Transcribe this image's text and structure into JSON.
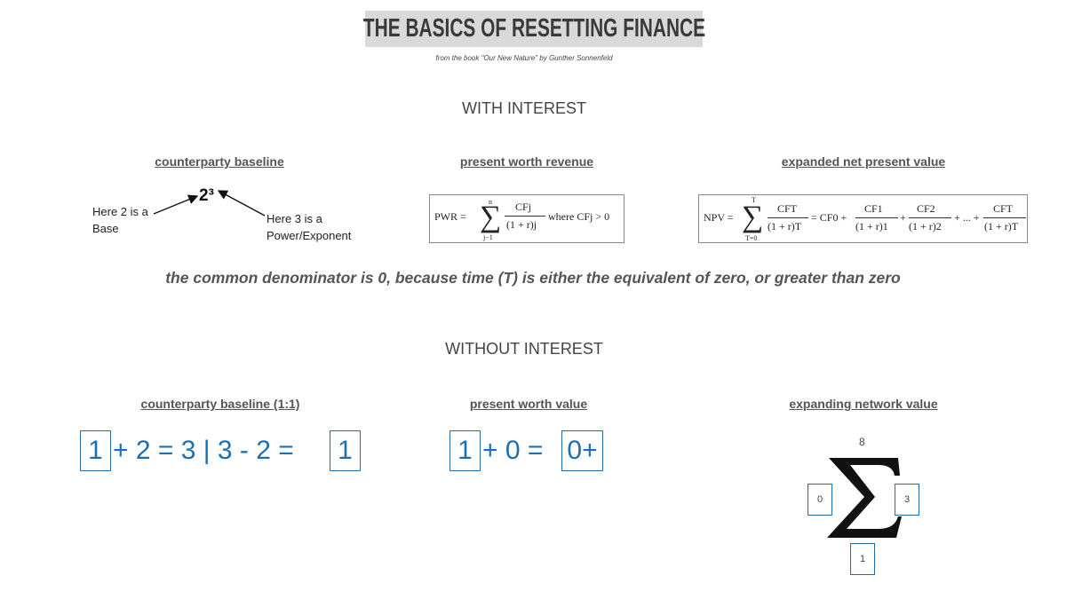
{
  "title": "THE BASICS OF RESETTING FINANCE",
  "subtitle": "from the book \"Our New Nature\" by Gunther Sonnenfeld",
  "with_interest": {
    "heading": "WITH INTEREST",
    "col1": {
      "heading": "counterparty baseline",
      "base_label_1": "Here 2 is a",
      "base_label_2": "Base",
      "power": "2³",
      "exp_label_1": "Here 3 is a",
      "exp_label_2": "Power/Exponent"
    },
    "col2": {
      "heading": "present worth revenue",
      "lhs": "PWR =",
      "sum_top": "n",
      "sum_bottom": "j−1",
      "numerator": "CFj",
      "denominator": "(1 + r)j",
      "condition": "where CFj > 0"
    },
    "col3": {
      "heading": "expanded net present value",
      "lhs": "NPV =",
      "sum_top": "T",
      "sum_bottom": "T=0",
      "t1_num": "CFT",
      "t1_den": "(1 + r)T",
      "eq_cf0": "= CF0 +",
      "t2_num": "CF1",
      "t2_den": "(1 + r)1",
      "plus": "+",
      "t3_num": "CF2",
      "t3_den": "(1 + r)2",
      "ellipsis": "+ ... +",
      "t4_num": "CFT",
      "t4_den": "(1 + r)T"
    }
  },
  "note": "the common denominator is 0, because time (T) is either the equivalent of zero, or greater than zero",
  "without_interest": {
    "heading": "WITHOUT INTEREST",
    "col1": {
      "heading": "counterparty baseline (1:1)",
      "box1": "1",
      "middle": "+ 2 = 3 | 3 - 2 =",
      "box2": "1"
    },
    "col2": {
      "heading": "present worth value",
      "box1": "1",
      "middle": "+ 0 =",
      "box2": "0+"
    },
    "col3": {
      "heading": "expanding network value",
      "top": "8",
      "left": "0",
      "right": "3",
      "bottom": "1"
    }
  },
  "colors": {
    "accent_blue": "#1f6fb0",
    "title_bg": "#d9d9d9"
  }
}
